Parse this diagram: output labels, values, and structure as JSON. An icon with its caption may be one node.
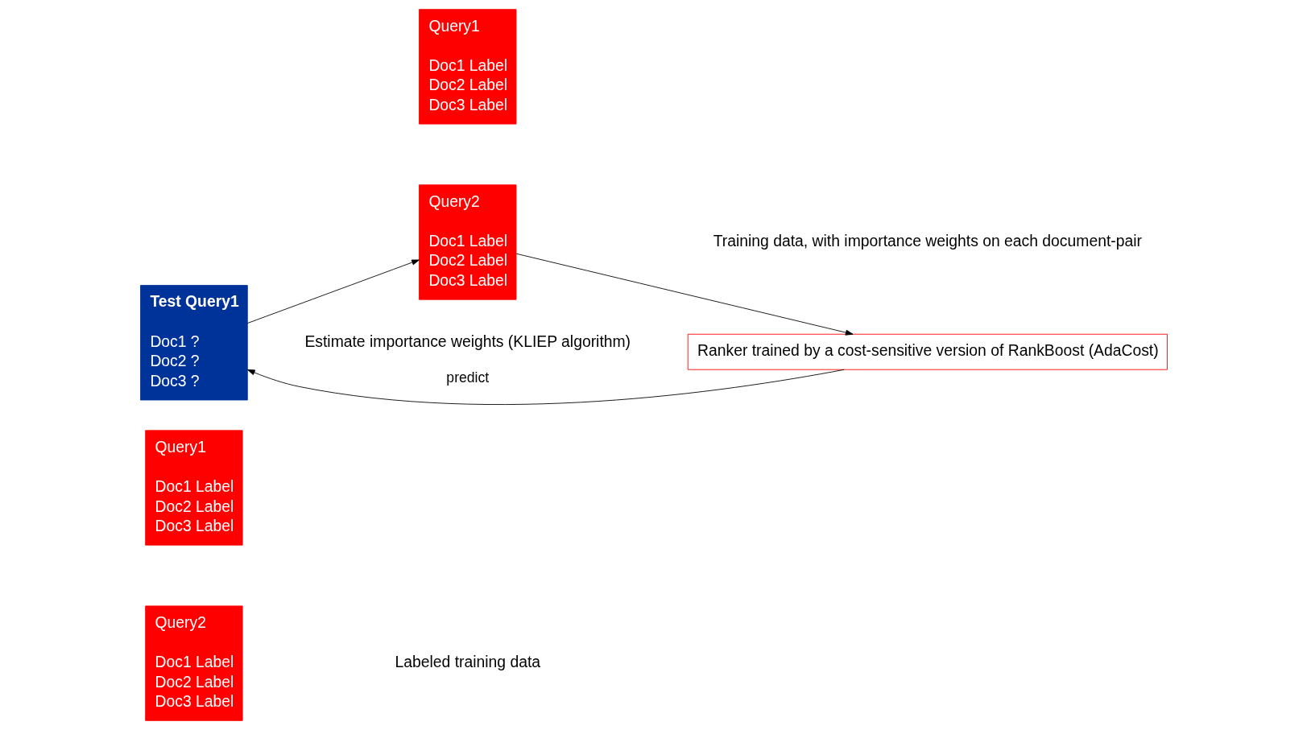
{
  "diagram": {
    "nodes": [
      {
        "text": [
          "Query1",
          "Doc1 Label",
          "Doc2 Label",
          "Doc3 Label"
        ]
      },
      {
        "text": [
          "Query2",
          "Doc1 Label",
          "Doc2 Label",
          "Doc3 Label"
        ]
      },
      {
        "text": [
          "Test Query1",
          "Doc1 ?",
          "Doc2 ?",
          "Doc3 ?"
        ]
      },
      {
        "text": [
          "Query1",
          "Doc1 Label",
          "Doc2 Label",
          "Doc3 Label"
        ]
      },
      {
        "text": [
          "Query2",
          "Doc1 Label",
          "Doc2 Label",
          "Doc3 Label"
        ]
      },
      {
        "text": [
          "Ranker trained by a cost-sensitive version of RankBoost (AdaCost)"
        ]
      }
    ],
    "edges": [
      {
        "from": 2,
        "to": 4,
        "arrow": "to"
      },
      {
        "from": 5,
        "to": 2,
        "arrow": "to",
        "label": "predict"
      },
      {
        "from": 4,
        "to": 5,
        "arrow": "to"
      }
    ],
    "labels": [
      "Labeled training data",
      "Estimate importance weights (KLIEP algorithm)",
      "Training data, with importance weights on each document-pair"
    ]
  }
}
